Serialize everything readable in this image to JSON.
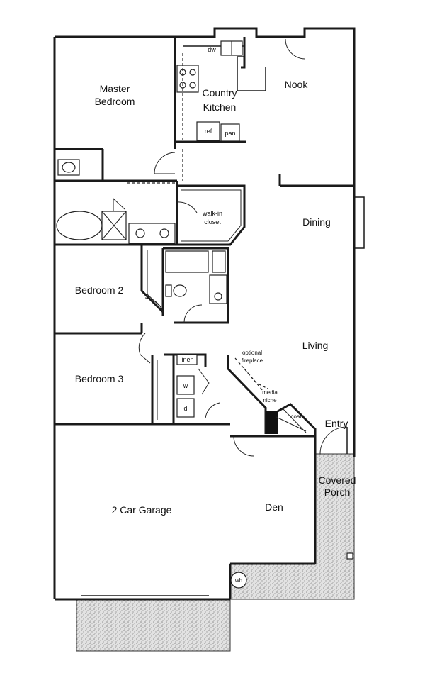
{
  "rooms": {
    "master_bedroom": [
      "Master",
      "Bedroom"
    ],
    "country_kitchen": [
      "Country",
      "Kitchen"
    ],
    "nook": "Nook",
    "dining": "Dining",
    "living": "Living",
    "bedroom2": "Bedroom 2",
    "bedroom3": "Bedroom 3",
    "garage": "2 Car Garage",
    "den": "Den",
    "entry": "Entry",
    "covered_porch": [
      "Covered",
      "Porch"
    ]
  },
  "fixtures": {
    "dw": "dw",
    "ref": "ref",
    "pan": "pan",
    "walk_in_closet": [
      "walk-in",
      "closet"
    ],
    "linen": "linen",
    "washer": "w",
    "dryer": "d",
    "optional_fireplace": [
      "optional",
      "fireplace"
    ],
    "media_niche": [
      "media",
      "niche"
    ],
    "coats": "coats",
    "water_heater": "wh"
  }
}
